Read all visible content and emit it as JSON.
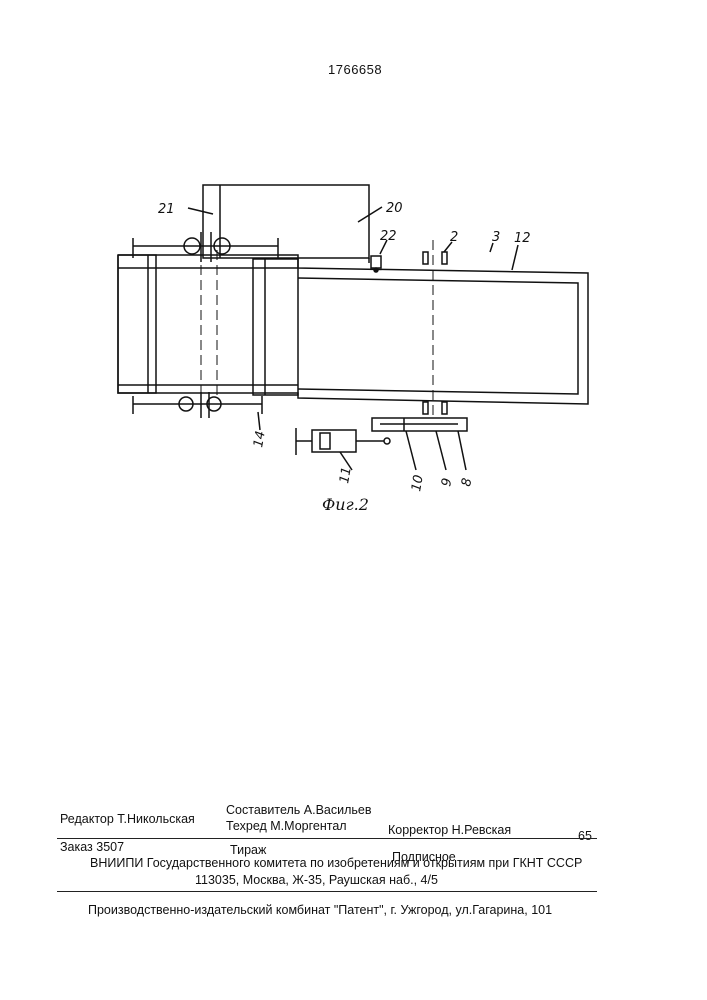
{
  "patent_number": "1766658",
  "figure": {
    "caption": "Фиг.2",
    "labels": [
      "21",
      "20",
      "22",
      "2",
      "3",
      "12",
      "14",
      "11",
      "10",
      "9",
      "8"
    ]
  },
  "imprint": {
    "editor": "Редактор  Т.Никольская",
    "compiler": "Составитель  А.Васильев",
    "techred": "Техред М.Моргентал",
    "corrector": "Корректор  Н.Ревская",
    "margin_number": "65",
    "order": "Заказ  3507",
    "circulation": "Тираж",
    "subscription": "Подписное",
    "org": "ВНИИПИ Государственного комитета по изобретениям и открытиям при ГКНТ СССР",
    "address": "113035, Москва, Ж-35, Раушская наб., 4/5",
    "publisher": "Производственно-издательский комбинат \"Патент\", г. Ужгород, ул.Гагарина, 101"
  }
}
